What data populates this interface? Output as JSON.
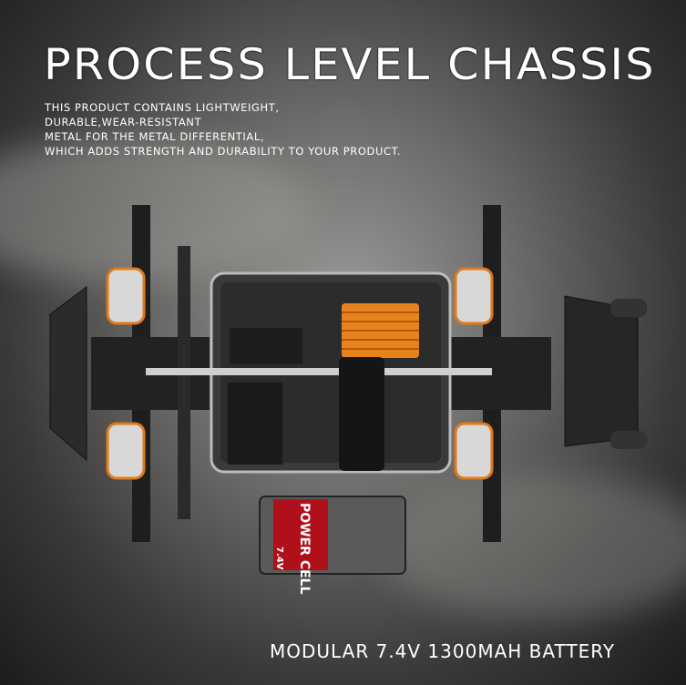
{
  "title": "PROCESS LEVEL CHASSIS",
  "description": [
    "THIS PRODUCT CONTAINS LIGHTWEIGHT,",
    "DURABLE,WEAR-RESISTANT",
    "METAL FOR THE METAL DIFFERENTIAL,",
    "WHICH ADDS STRENGTH AND DURABILITY TO YOUR PRODUCT."
  ],
  "caption": "MODULAR 7.4V 1300MAH BATTERY",
  "battery_label": {
    "brand": "POWER CELL",
    "voltage": "7.4V"
  },
  "colors": {
    "motor": "#e8821c",
    "spring": "#e07a1a",
    "battery_label": "#b0101a"
  }
}
